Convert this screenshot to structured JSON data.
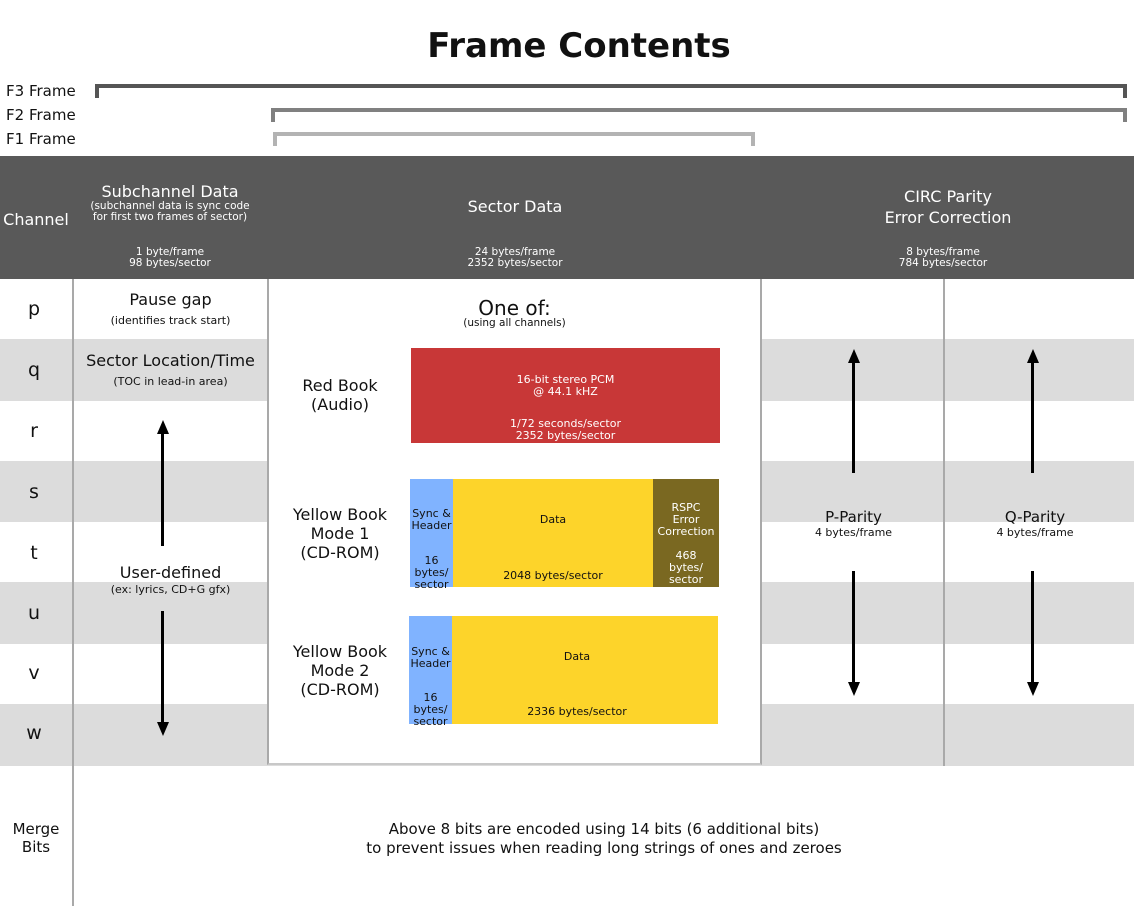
{
  "title": "Frame Contents",
  "frames": {
    "f3": "F3 Frame",
    "f2": "F2 Frame",
    "f1": "F1 Frame"
  },
  "header": {
    "channel": "Channel",
    "subchannel": {
      "title": "Subchannel Data",
      "note1": "(subchannel data is sync code",
      "note2": "for first two frames of sector)",
      "rate1": "1 byte/frame",
      "rate2": "98 bytes/sector"
    },
    "sector": {
      "title": "Sector Data",
      "rate1": "24 bytes/frame",
      "rate2": "2352 bytes/sector"
    },
    "circ": {
      "title1": "CIRC Parity",
      "title2": "Error Correction",
      "rate1": "8 bytes/frame",
      "rate2": "784 bytes/sector"
    }
  },
  "channels": [
    "p",
    "q",
    "r",
    "s",
    "t",
    "u",
    "v",
    "w"
  ],
  "subchannel": {
    "pause_gap": "Pause gap",
    "pause_note": "(identifies track start)",
    "location": "Sector Location/Time",
    "location_note": "(TOC in lead-in area)",
    "user": "User-defined",
    "user_note": "(ex: lyrics, CD+G gfx)"
  },
  "sector": {
    "one_of": "One of:",
    "one_of_note": "(using all channels)",
    "red": {
      "label1": "Red Book",
      "label2": "(Audio)",
      "line1": "16-bit stereo PCM",
      "line2": "@ 44.1 kHZ",
      "line3": "1/72 seconds/sector",
      "line4": "2352 bytes/sector"
    },
    "mode1": {
      "label1": "Yellow Book",
      "label2": "Mode 1",
      "label3": "(CD-ROM)",
      "sync1": "Sync &",
      "sync2": "Header",
      "sync3": "16",
      "sync4": "bytes/",
      "sync5": "sector",
      "data": "Data",
      "data_size": "2048 bytes/sector",
      "rspc1": "RSPC",
      "rspc2": "Error",
      "rspc3": "Correction",
      "rspc4": "468",
      "rspc5": "bytes/",
      "rspc6": "sector"
    },
    "mode2": {
      "label1": "Yellow Book",
      "label2": "Mode 2",
      "label3": "(CD-ROM)",
      "sync1": "Sync &",
      "sync2": "Header",
      "sync3": "16",
      "sync4": "bytes/",
      "sync5": "sector",
      "data": "Data",
      "data_size": "2336 bytes/sector"
    }
  },
  "parity": {
    "p": {
      "label": "P-Parity",
      "rate": "4 bytes/frame"
    },
    "q": {
      "label": "Q-Parity",
      "rate": "4 bytes/frame"
    }
  },
  "merge": {
    "label1": "Merge",
    "label2": "Bits",
    "line1": "Above 8 bits are encoded using 14 bits (6 additional bits)",
    "line2": "to prevent issues when reading long strings of ones and zeroes"
  },
  "colors": {
    "header_bg": "#595959",
    "row_shade": "#dcdcdc",
    "red": "#c83737",
    "blue": "#80b3ff",
    "yellow": "#fdd42a",
    "olive": "#7a6821"
  }
}
